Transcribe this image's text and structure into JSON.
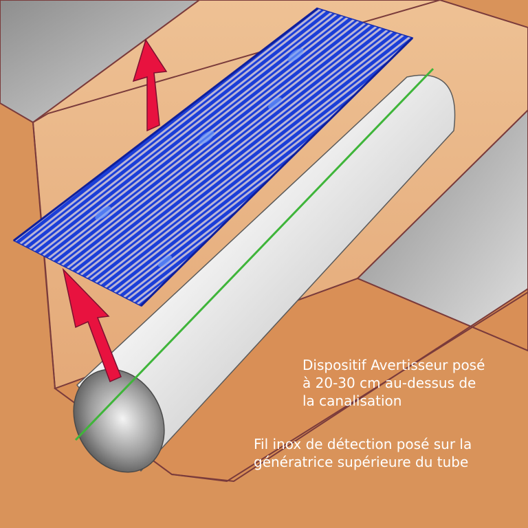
{
  "diagram": {
    "captions": {
      "warning_device": [
        "Dispositif Avertisseur posé",
        "à 20-30 cm au-dessus de",
        "la canalisation"
      ],
      "detection_wire": [
        "Fil inox de détection posé sur la",
        "génératrice supérieure du tube"
      ]
    },
    "colors": {
      "soil": "#d9935a",
      "trench_face": "#eab17e",
      "trench_outline": "#7a3b3b",
      "concrete": "#b8b8b8",
      "warning_mesh": "#1f3fe0",
      "pipe": "#d8d8d8",
      "detection_wire": "#3fb53a",
      "arrow": "#e8123f",
      "text": "#ffffff"
    },
    "icons": [
      "up-arrow-icon",
      "up-arrow-icon"
    ]
  }
}
